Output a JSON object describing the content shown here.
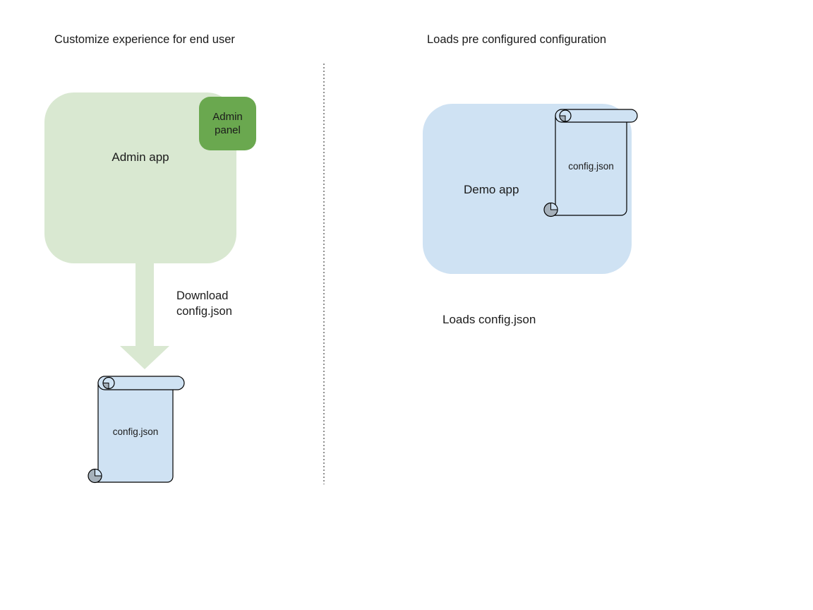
{
  "left_section": {
    "title": "Customize experience for end user",
    "admin_app": {
      "label": "Admin app"
    },
    "admin_panel": {
      "label": "Admin panel"
    },
    "arrow_caption": "Download config.json",
    "config_file": {
      "label": "config.json"
    }
  },
  "right_section": {
    "title": "Loads pre configured configuration",
    "demo_app": {
      "label": "Demo app"
    },
    "config_file": {
      "label": "config.json"
    },
    "caption": "Loads config.json"
  },
  "colors": {
    "canvas_bg": "#ffffff",
    "app_light_green": "#d9e8d1",
    "panel_green": "#6aa84f",
    "app_light_blue": "#cfe2f3",
    "scroll_fill": "#cfe2f3",
    "curl_gray": "#a5b0ba",
    "outline_black": "#000000",
    "divider_gray": "#8f8f8f",
    "arrow_green": "#d9e8d1",
    "text": "#1b1b1b"
  }
}
